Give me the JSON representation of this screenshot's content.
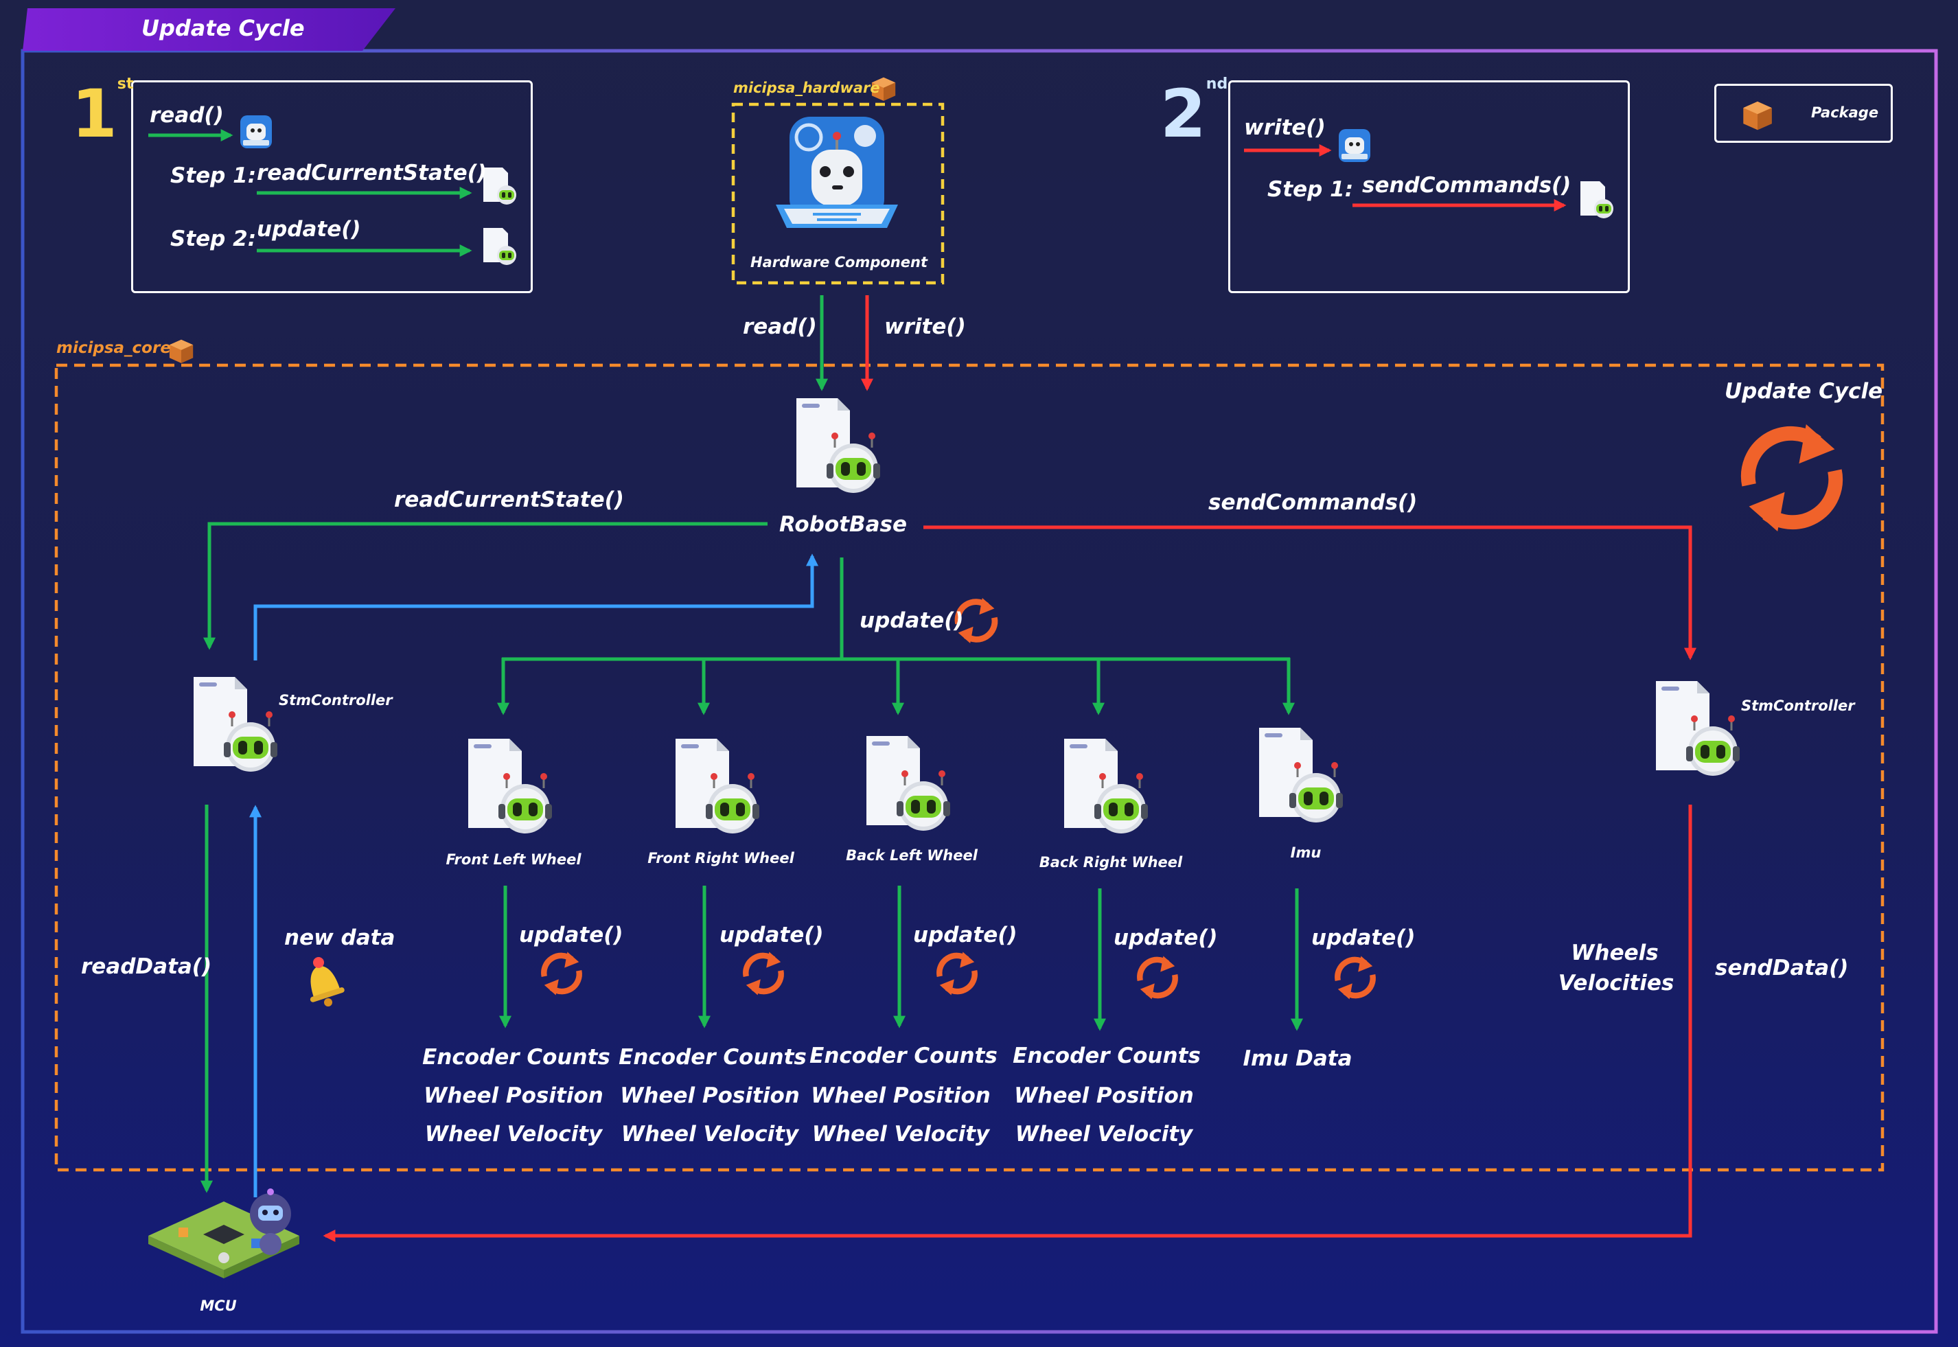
{
  "title": "Update Cycle",
  "colors": {
    "read": "#1db954",
    "write": "#ff3333",
    "feedback": "#3aa0ff",
    "package": "#f58a2c",
    "highlight": "#f5d03c",
    "frame_start": "#3b55c8",
    "frame_end": "#c46ae6"
  },
  "legend_read": {
    "ordinal": "1",
    "ordinal_suffix": "st",
    "call": "read()",
    "step1_label": "Step 1:",
    "step1_call": "readCurrentState()",
    "step2_label": "Step 2:",
    "step2_call": "update()"
  },
  "legend_write": {
    "ordinal": "2",
    "ordinal_suffix": "nd",
    "call": "write()",
    "step1_label": "Step 1:",
    "step1_call": "sendCommands()"
  },
  "legend_package": {
    "label": "Package",
    "icon": "package-icon"
  },
  "hardware": {
    "package_name": "micipsa_hardware",
    "component_label": "Hardware Component",
    "icon": "robot-mascot-icon",
    "read_label": "read()",
    "write_label": "write()"
  },
  "core": {
    "package_name": "micipsa_core",
    "cycle_label": "Update Cycle",
    "cycle_icon": "cycle-arrows-icon"
  },
  "robot_base": {
    "label": "RobotBase",
    "read_current_state": "readCurrentState()",
    "send_commands": "sendCommands()",
    "update_label": "update()"
  },
  "stm_left": {
    "label": "StmController",
    "read_data": "readData()",
    "new_data": "new data",
    "notify_icon": "bell-icon"
  },
  "stm_right": {
    "label": "StmController",
    "wheels_velocities_1": "Wheels",
    "wheels_velocities_2": "Velocities",
    "send_data": "sendData()"
  },
  "mcu": {
    "label": "MCU",
    "icon": "circuit-board-icon"
  },
  "components": [
    {
      "name": "Front Left Wheel",
      "update": "update()",
      "outputs": [
        "Encoder Counts",
        "Wheel Position",
        "Wheel Velocity"
      ]
    },
    {
      "name": "Front Right Wheel",
      "update": "update()",
      "outputs": [
        "Encoder Counts",
        "Wheel Position",
        "Wheel Velocity"
      ]
    },
    {
      "name": "Back Left Wheel",
      "update": "update()",
      "outputs": [
        "Encoder Counts",
        "Wheel Position",
        "Wheel Velocity"
      ]
    },
    {
      "name": "Back Right Wheel",
      "update": "update()",
      "outputs": [
        "Encoder Counts",
        "Wheel Position",
        "Wheel Velocity"
      ]
    },
    {
      "name": "Imu",
      "update": "update()",
      "outputs": [
        "Imu Data"
      ]
    }
  ]
}
